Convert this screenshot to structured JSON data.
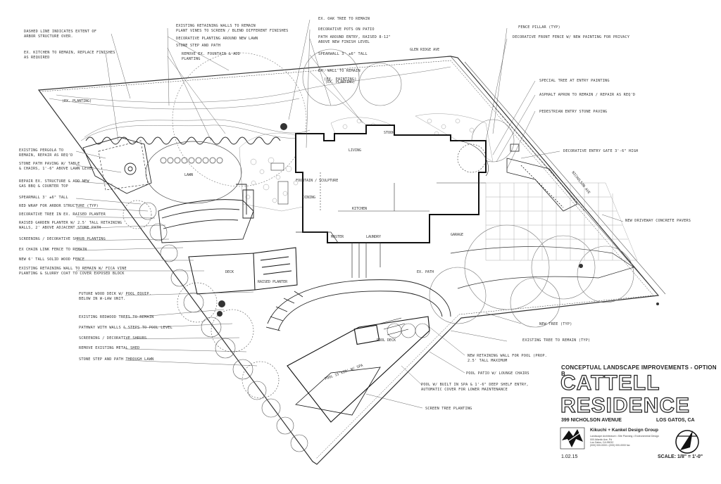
{
  "title_block": {
    "subtitle": "CONCEPTUAL LANDSCAPE IMPROVEMENTS - OPTION B",
    "title_line1": "CATTELL",
    "title_line2": "RESIDENCE",
    "address": "399 NICHOLSON AVENUE",
    "city": "LOS GATOS, CA",
    "firm": "Kikuchi + Kankel Design Group",
    "firm_services": "Landscape Architecture • Site Planning • Environmental Design",
    "firm_address_1": "000 Atlantic Ave, Pd",
    "firm_address_2": "Los Gatos, CA 95032",
    "firm_phone": "(000) 000-0000 • (000) 000-0000 fax",
    "date": "1.02.15",
    "scale": "SCALE: 1/8\" = 1'-0\""
  },
  "notes_left": [
    "DASHED LINE INDICATES EXTENT OF",
    "ARBOR STRUCTURE OVER.",
    "EX. KITCHEN TO REMAIN, REPLACE FINISHES",
    "AS REQUIRED",
    "EXISTING PERGOLA TO",
    "REMAIN, REPAIR AS REQ'D",
    "STONE PATH PAVING W/ TABLE",
    "& CHAIRS, 1'-6\" ABOVE LAWN LEVEL",
    "REPAIR EX. STRUCTURE & ADD NEW",
    "GAS BBQ & COUNTER TOP",
    "SPEARMALL 3' ±6\" TALL",
    "RED WRAP FOR ARBOR STRUCTURE (TYP)",
    "DECORATIVE TREE IN EX. RAISED PLANTER",
    "RAISED GARDEN PLANTER W/ 2.5' TALL RETAINING",
    "WALLS, 2' ABOVE ADJACENT STONE PATH",
    "SCREENING / DECORATIVE SHRUB PLANTING",
    "EX CHAIN LINK FENCE TO REMAIN",
    "NEW 6' TALL SOLID WOOD FENCE",
    "EXISTING RETAINING WALL TO REMAIN W/ FICA VINE",
    "PLANTING & SLURRY COAT TO COVER EXPOSED BLOCK",
    "FUTURE WOOD DECK W/ POOL EQUIP.",
    "BELOW IN W-LAW UNIT.",
    "EXISTING REDWOOD TREES TO REMAIN",
    "PATHWAY WITH WALLS & STEPS TO POOL LEVEL",
    "SCREENING / DECORATIVE SHRUBS",
    "REMOVE EXISTING METAL SHED",
    "STONE STEP AND PATH THROUGH LAWN"
  ],
  "notes_top": [
    "EXISTING RETAINING WALLS TO REMAIN",
    "PLANT VINES TO SCREEN / BLEND DIFFERENT FINISHES",
    "DECORATIVE PLANTING AROUND NEW LAWN",
    "STONE STEP AND PATH",
    "REMOVE EX. FOUNTAIN & ADD",
    "PLANTING",
    "EX. OAK TREE TO REMAIN",
    "DECORATIVE POTS ON PATIO",
    "PATH AROUND ENTRY, RAISED 8-12\"",
    "ABOVE NEW FINISH LEVEL",
    "SPEARWALL 3' ±6\" TALL",
    "EX. WALL TO REMAIN",
    "(EX. PAINTING)"
  ],
  "notes_right": [
    "FENCE PILLAR (TYP)",
    "DECORATIVE FRONT FENCE W/ NEW PAINTING FOR PRIVACY",
    "SPECIAL TREE AT ENTRY PAINTING",
    "ASPHALT APRON TO REMAIN / REPAIR AS REQ'D",
    "PEDESTRIAN ENTRY STONE PAVING",
    "DECORATIVE ENTRY GATE 3'-6\" HIGH",
    "NEW DRIVEWAY CONCRETE PAVERS",
    "NEW TREE (TYP)",
    "EXISTING TREE TO REMAIN (TYP)",
    "NEW RETAINING WALL FOR POOL (PROP.",
    "2.5' TALL MAXIMUM",
    "POOL PATIO W/ LOUNGE CHAIRS",
    "POOL W/ BUILT IN SPA & 1'-6\" DEEP SHELF ENTRY,",
    "AUTOMATIC COVER FOR LOWER MAINTENANCE",
    "SCREEN TREE PLANTING"
  ],
  "plan_labels": {
    "street": "GLEN RIDGE AVE",
    "street_side": "NICHOLSON AVE",
    "ex_planting_1": "(EX. PLANTING)",
    "ex_planting_2": "(EX. PLANTING)",
    "lawn": "LAWN",
    "stoop": "STOOP",
    "dining": "DINING",
    "living": "LIVING",
    "kitchen": "KITCHEN",
    "garage": "GARAGE",
    "raised_planter": "RAISED PLANTER",
    "fountain_sculpture": "FOUNTAIN / SCULPTURE",
    "master": "MASTER",
    "laundry": "LAUNDRY",
    "pool_dims": "POOL 15'x28' W/ SPA",
    "ex_path": "EX. PATH",
    "deck": "DECK",
    "pool_deck": "POOL DECK"
  }
}
